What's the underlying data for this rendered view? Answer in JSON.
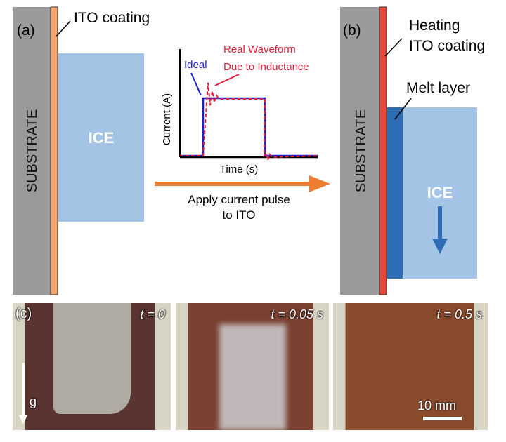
{
  "panel_a": {
    "label": "(a)",
    "ito_label": "ITO coating",
    "substrate": "SUBSTRATE",
    "ice": "ICE"
  },
  "waveform": {
    "ideal": "Ideal",
    "real_line1": "Real Waveform",
    "real_line2": "Due to Inductance",
    "ylabel": "Current (A)",
    "xlabel": "Time (s)"
  },
  "arrow": {
    "line1": "Apply current pulse",
    "line2": "to ITO"
  },
  "panel_b": {
    "label": "(b)",
    "heating1": "Heating",
    "heating2": "ITO coating",
    "melt": "Melt layer",
    "substrate": "SUBSTRATE",
    "ice": "ICE"
  },
  "panel_c": {
    "label": "(c)",
    "gravity": "g",
    "t0": "t = 0",
    "t1": "t = 0.05 s",
    "t2": "t = 0.5 s",
    "scale": "10 mm"
  },
  "colors": {
    "substrate": "#9a9a9a",
    "ito": "#f4a56c",
    "ito_hot": "#e8473a",
    "ice": "#a4c4e6",
    "melt": "#2e6db4",
    "arrow": "#ed7d31",
    "ideal": "#1f1fcc",
    "real": "#e0203a"
  }
}
